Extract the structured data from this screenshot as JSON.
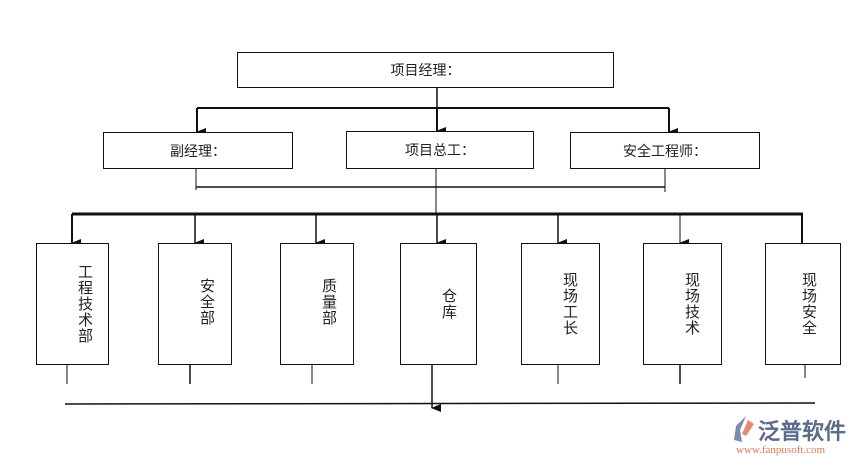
{
  "top": {
    "label": "项目经理："
  },
  "second_row": [
    {
      "label": "副经理："
    },
    {
      "label": "项目总工："
    },
    {
      "label": "安全工程师："
    }
  ],
  "departments": [
    {
      "label": "工程技术部"
    },
    {
      "label": "安全部"
    },
    {
      "label": "质量部"
    },
    {
      "label": "仓库"
    },
    {
      "label": "现场工长"
    },
    {
      "label": "现场技术"
    },
    {
      "label": "现场安全"
    }
  ],
  "watermark": {
    "name": "泛普软件",
    "url": "www.fanpusoft.com"
  }
}
